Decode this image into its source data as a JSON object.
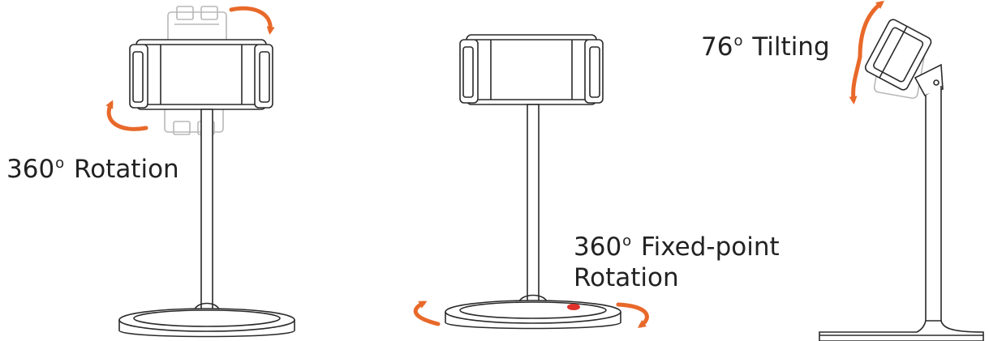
{
  "features": {
    "rotation": {
      "value": "360",
      "degree_mark": "o",
      "text": "Rotation"
    },
    "fixed_point": {
      "value": "360",
      "degree_mark": "o",
      "text_line1": "Fixed-point",
      "text_line2": "Rotation"
    },
    "tilting": {
      "value": "76",
      "degree_mark": "o",
      "text": "Tilting"
    }
  },
  "colors": {
    "accent_arrow": "#e8692a",
    "line_art": "#2a2a2a",
    "ghost": "#b8b8b8",
    "pivot_dot": "#e0312b"
  }
}
